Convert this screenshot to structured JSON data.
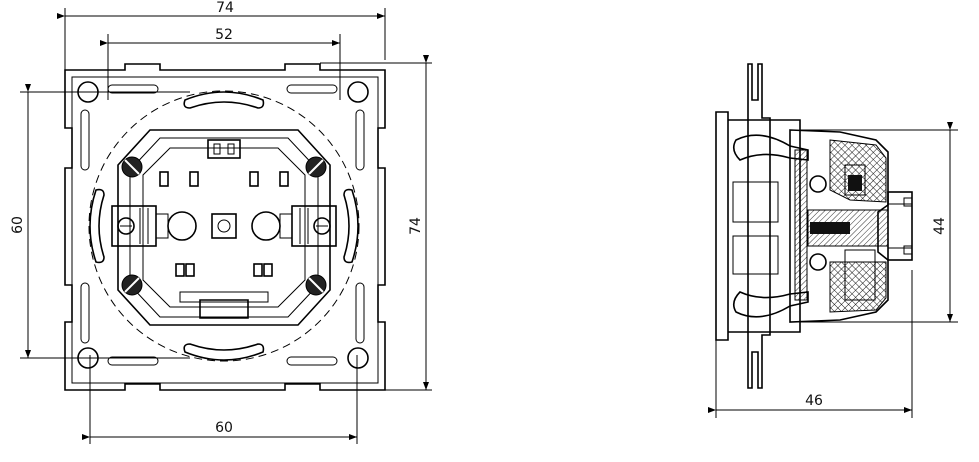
{
  "front_view": {
    "width_outer": "74",
    "width_inner": "52",
    "height_left": "60",
    "height_right": "74",
    "width_bottom": "60"
  },
  "side_view": {
    "height": "44",
    "depth": "46"
  }
}
